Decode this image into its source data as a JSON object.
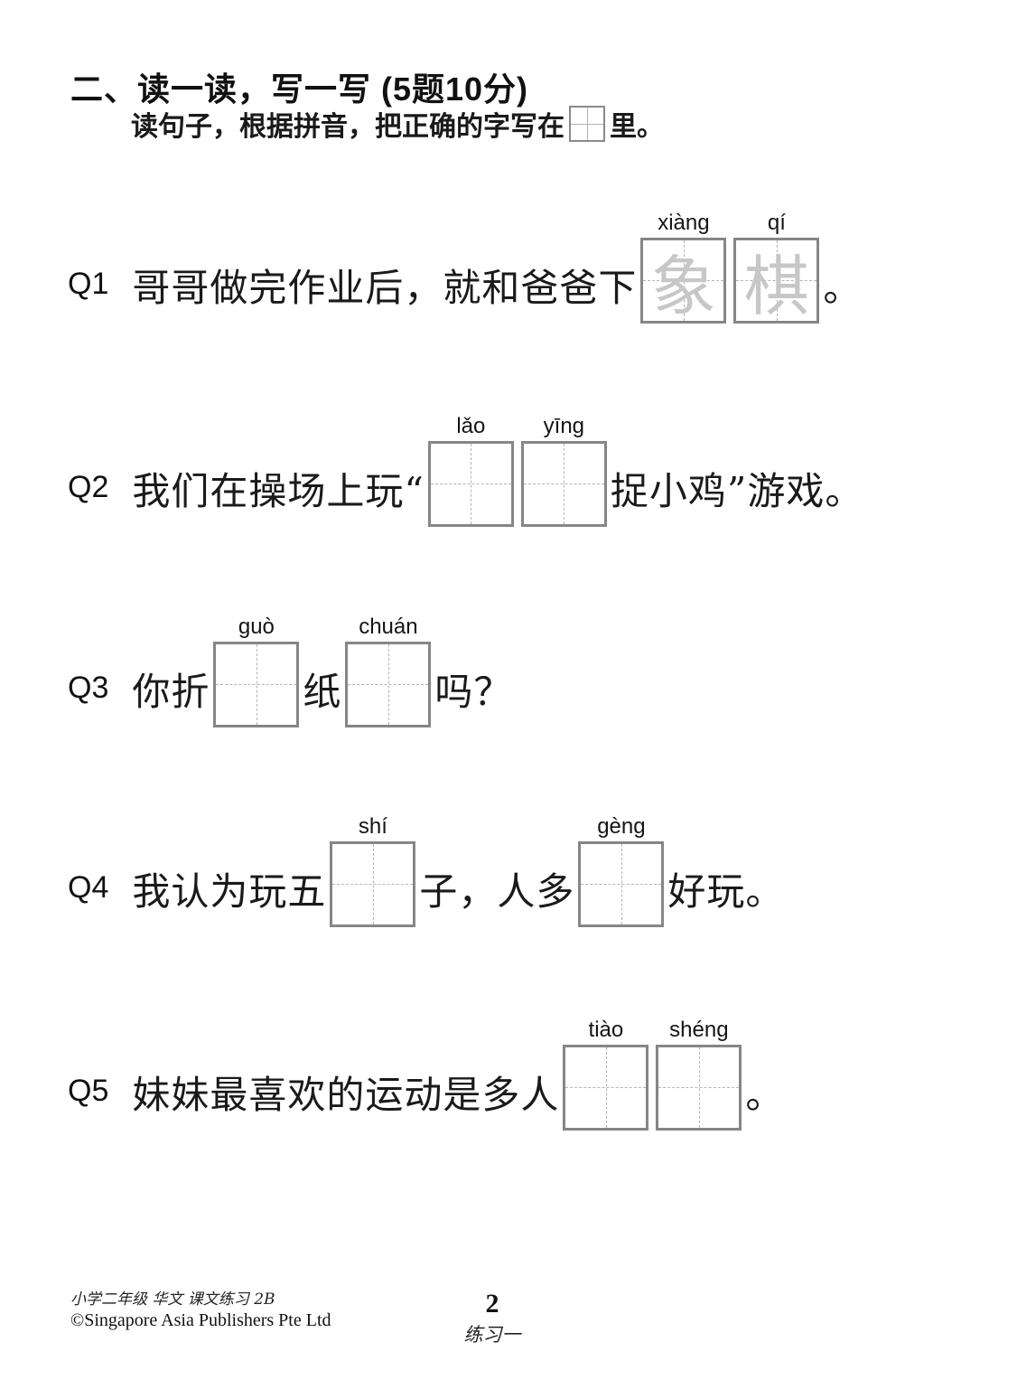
{
  "header": {
    "title": "二、读一读，写一写 (5题10分)",
    "instruction_pre": "读句子，根据拼音，把正确的字写在",
    "instruction_post": "里。"
  },
  "questions": [
    {
      "id": "Q1",
      "pre": "哥哥做完作业后，就和爸爸下",
      "boxes": [
        {
          "pinyin": "xiàng",
          "ghost": "象"
        },
        {
          "pinyin": "qí",
          "ghost": "棋"
        }
      ],
      "post": "。"
    },
    {
      "id": "Q2",
      "pre": "我们在操场上玩“",
      "boxes": [
        {
          "pinyin": "lǎo"
        },
        {
          "pinyin": "yīng"
        }
      ],
      "post": "捉小鸡”游戏。"
    },
    {
      "id": "Q3",
      "pre": "你折",
      "mid": "纸",
      "boxes": [
        {
          "pinyin": "guò"
        },
        {
          "pinyin": "chuán"
        }
      ],
      "post": "吗？"
    },
    {
      "id": "Q4",
      "pre": "我认为玩五",
      "mid": "子，人多",
      "boxes": [
        {
          "pinyin": "shí"
        },
        {
          "pinyin": "gèng"
        }
      ],
      "post": "好玩。"
    },
    {
      "id": "Q5",
      "pre": "妹妹最喜欢的运动是多人",
      "boxes": [
        {
          "pinyin": "tiào"
        },
        {
          "pinyin": "shéng"
        }
      ],
      "post": "。"
    }
  ],
  "footer": {
    "book_title": "小学二年级 华文 课文练习 2B",
    "copyright": "©Singapore Asia Publishers Pte Ltd",
    "page_number": "2",
    "exercise_label": "练习一"
  },
  "colors": {
    "box_border": "#868686",
    "box_guide_lines": "#b4b4b4",
    "ghost_answer_text": "#c7c7c7",
    "body_text": "#1a1a1a"
  }
}
